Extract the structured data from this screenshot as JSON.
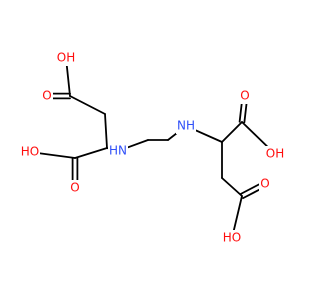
{
  "colors": {
    "background": "#ffffff",
    "bond": "#000000",
    "oxygen": "#ff0d0d",
    "nitrogen": "#3050f8"
  },
  "atoms": [
    {
      "id": "O1",
      "label": "OH",
      "element": "O"
    },
    {
      "id": "O2",
      "label": "O",
      "element": "O"
    },
    {
      "id": "O3",
      "label": "HO",
      "element": "O"
    },
    {
      "id": "O4",
      "label": "O",
      "element": "O"
    },
    {
      "id": "N1",
      "label": "HN",
      "element": "N"
    },
    {
      "id": "N2",
      "label": "NH",
      "element": "N"
    },
    {
      "id": "O5",
      "label": "O",
      "element": "O"
    },
    {
      "id": "O6",
      "label": "OH",
      "element": "O"
    },
    {
      "id": "O7",
      "label": "O",
      "element": "O"
    },
    {
      "id": "O8",
      "label": "HO",
      "element": "O"
    }
  ]
}
